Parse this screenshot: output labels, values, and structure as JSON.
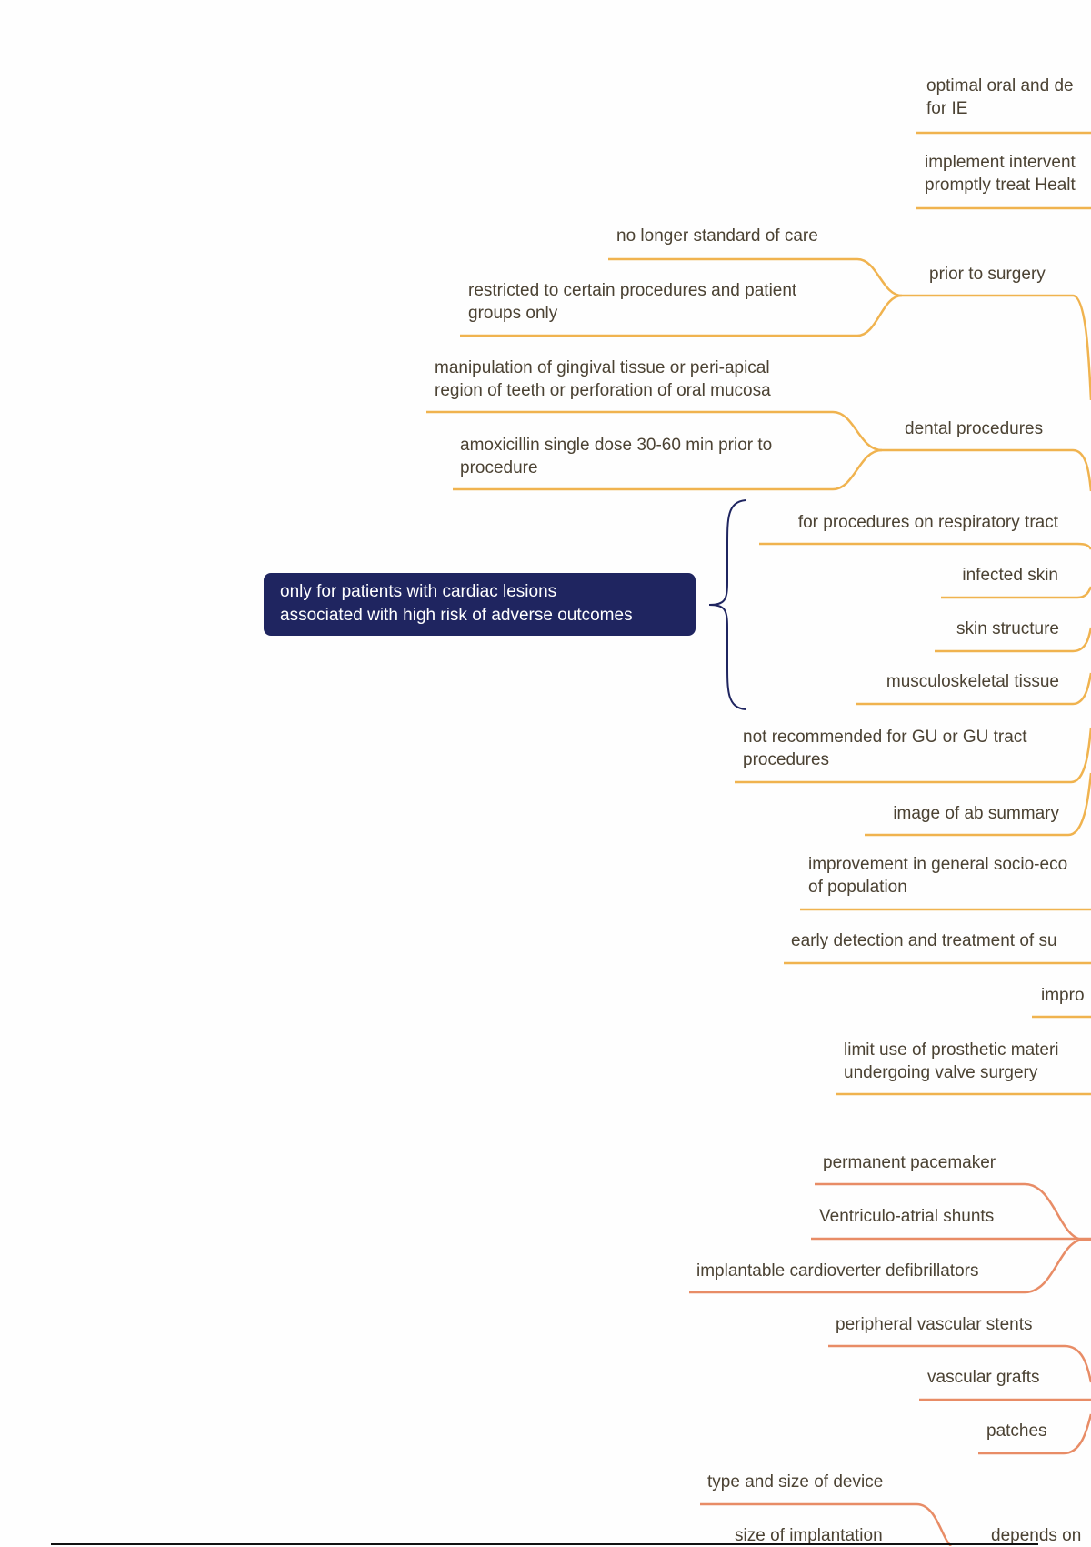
{
  "colors": {
    "branch_amber": "#f0b34f",
    "branch_coral": "#e88c66",
    "root_fill": "#1f2560",
    "text": "#4b4233"
  },
  "root": {
    "lines": [
      "only for patients with cardiac lesions",
      "associated with high risk of adverse outcomes"
    ]
  },
  "nodes": [
    {
      "lines": [
        "optimal oral and de",
        "for IE"
      ]
    },
    {
      "lines": [
        "implement intervent",
        "promptly treat Healt"
      ]
    },
    {
      "lines": [
        "no longer standard of care"
      ]
    },
    {
      "lines": [
        "prior to surgery"
      ]
    },
    {
      "lines": [
        "restricted to certain procedures and patient",
        "groups only"
      ]
    },
    {
      "lines": [
        "manipulation of gingival tissue or peri-apical",
        "region of teeth or perforation of oral mucosa"
      ]
    },
    {
      "lines": [
        "dental procedures"
      ]
    },
    {
      "lines": [
        "amoxicillin single dose 30-60 min prior to",
        "procedure"
      ]
    },
    {
      "lines": [
        "for procedures on respiratory tract"
      ]
    },
    {
      "lines": [
        "infected skin"
      ]
    },
    {
      "lines": [
        "skin structure"
      ]
    },
    {
      "lines": [
        "musculoskeletal tissue"
      ]
    },
    {
      "lines": [
        "not recommended for GU or GU tract",
        "procedures"
      ]
    },
    {
      "lines": [
        "image of ab summary"
      ]
    },
    {
      "lines": [
        "improvement in general socio-eco",
        "of population"
      ]
    },
    {
      "lines": [
        "early detection and treatment of su"
      ]
    },
    {
      "lines": [
        "impro"
      ]
    },
    {
      "lines": [
        "limit use of prosthetic materi",
        "undergoing valve surgery"
      ]
    },
    {
      "lines": [
        "permanent pacemaker"
      ]
    },
    {
      "lines": [
        "Ventriculo-atrial shunts"
      ]
    },
    {
      "lines": [
        "implantable cardioverter defibrillators"
      ]
    },
    {
      "lines": [
        "peripheral vascular stents"
      ]
    },
    {
      "lines": [
        "vascular grafts"
      ]
    },
    {
      "lines": [
        "patches"
      ]
    },
    {
      "lines": [
        "type and size of device"
      ]
    },
    {
      "lines": [
        "size of implantation"
      ]
    },
    {
      "lines": [
        "depends on"
      ]
    }
  ]
}
